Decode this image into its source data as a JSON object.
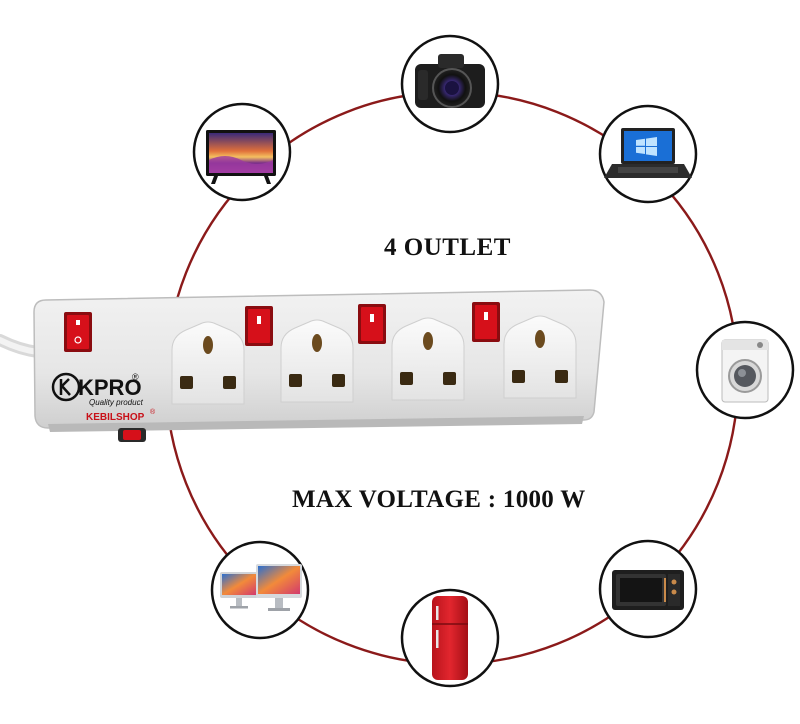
{
  "headline": {
    "outlets": "4 OUTLET",
    "max_voltage": "MAX VOLTAGE : 1000 W"
  },
  "brand": {
    "logo_text": "KPRO",
    "registered_mark": "®",
    "tagline": "Quality product",
    "seller": "KEBILSHOP",
    "seller_mark": "®"
  },
  "ring_color": "#8b1a1a",
  "switch_color": "#d6101a",
  "appliances": [
    {
      "name": "camera",
      "icon": "camera-icon"
    },
    {
      "name": "laptop",
      "icon": "laptop-icon"
    },
    {
      "name": "washing-machine",
      "icon": "washing-machine-icon"
    },
    {
      "name": "microwave",
      "icon": "microwave-icon"
    },
    {
      "name": "refrigerator",
      "icon": "refrigerator-icon"
    },
    {
      "name": "monitors",
      "icon": "monitor-icon"
    },
    {
      "name": "television",
      "icon": "television-icon"
    }
  ]
}
